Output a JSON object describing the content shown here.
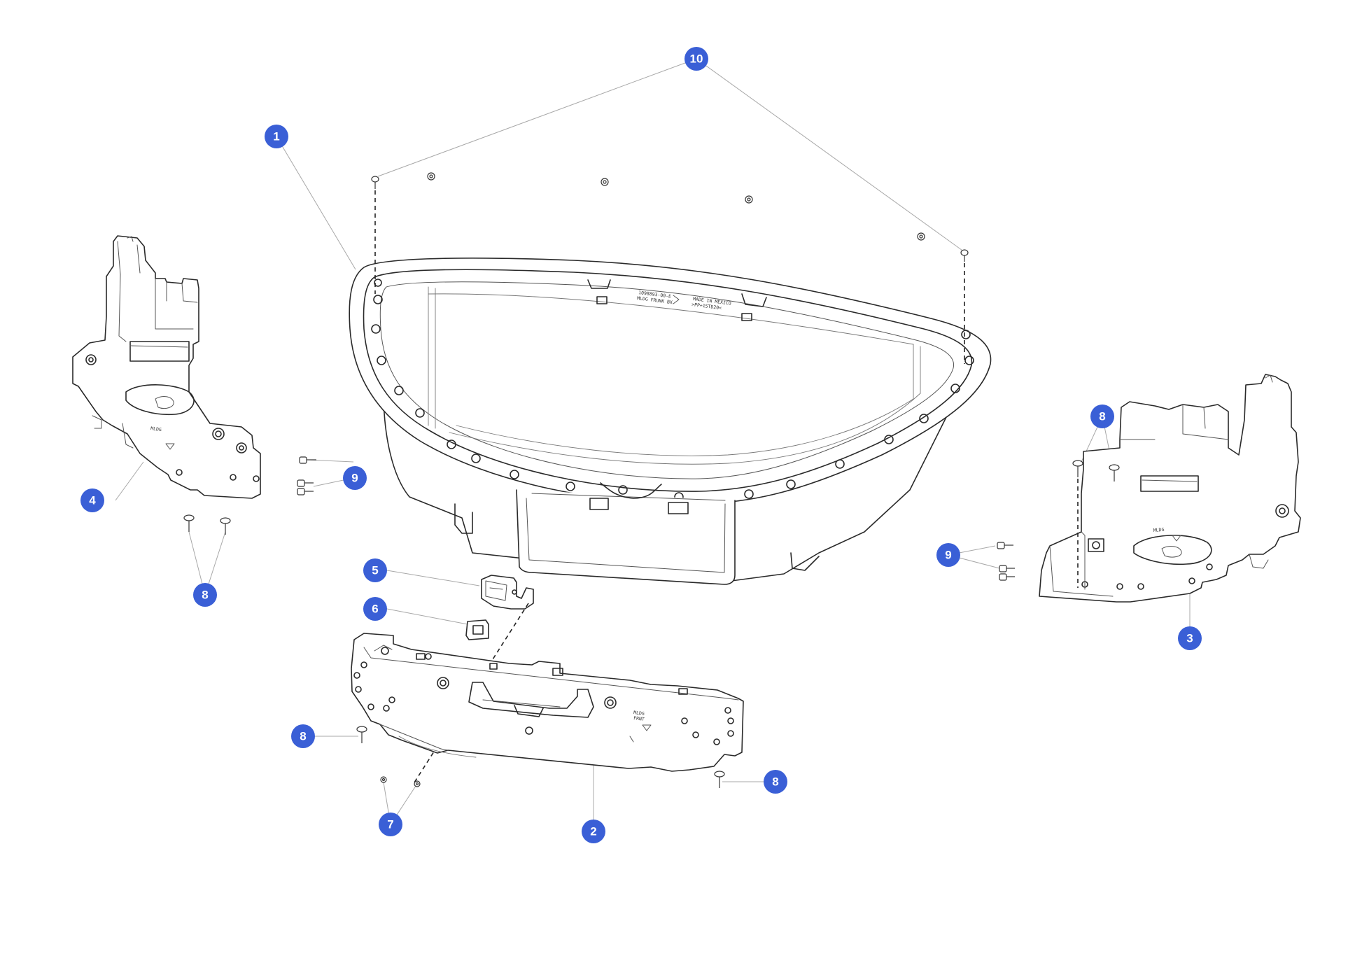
{
  "callouts": {
    "c1": "1",
    "c2": "2",
    "c3": "3",
    "c4": "4",
    "c5": "5",
    "c6": "6",
    "c7": "7",
    "c8a": "8",
    "c8b": "8",
    "c8c": "8",
    "c8d": "8",
    "c9a": "9",
    "c9b": "9",
    "c10": "10"
  },
  "part_markings": {
    "tub_line1": "1098893-00-E",
    "tub_line2": "MLDG FRUNK BX",
    "tub_line3": "MADE IN MEXICO",
    "tub_line4": ">PP+15TD20<"
  },
  "colors": {
    "callout_fill": "#3a5fd6",
    "callout_text": "#ffffff",
    "line": "#2a2a2a",
    "leader": "#a8a8a8",
    "background": "#ffffff"
  }
}
